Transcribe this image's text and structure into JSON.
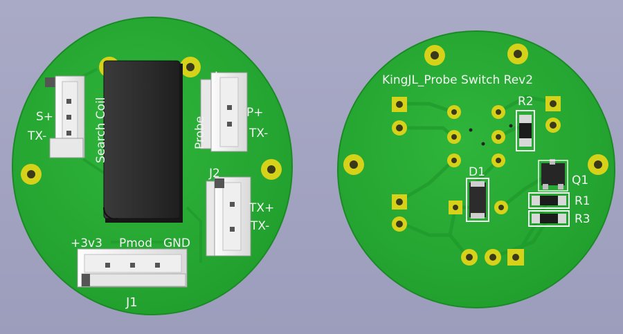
{
  "left_board": {
    "connectors": {
      "search_coil": {
        "pin_plus": "S+",
        "pin_tx": "TX-",
        "name": "Search Coil"
      },
      "probe": {
        "ref": "J",
        "pin_plus": "P+",
        "pin_tx": "TX-",
        "name": "Probe"
      },
      "j2": {
        "ref": "J2",
        "pin_plus": "TX+",
        "pin_tx": "TX-"
      },
      "j1": {
        "ref": "J1",
        "pin_vcc": "+3v3",
        "name": "Pmod",
        "pin_gnd": "GND"
      }
    }
  },
  "right_board": {
    "title": "KingJL_Probe Switch Rev2",
    "refs": {
      "r2": "R2",
      "d1": "D1",
      "q1": "Q1",
      "r1": "R1",
      "r3": "R3"
    }
  },
  "colors": {
    "background": "#a2a3c2",
    "pcb_green": "#27a833",
    "pcb_edge": "#1d8f28",
    "trace": "#1f9a2c",
    "pad_gold": "#d6d21a",
    "silkscreen": "#f4f4f4",
    "ic_body": "#2d2d2d"
  }
}
